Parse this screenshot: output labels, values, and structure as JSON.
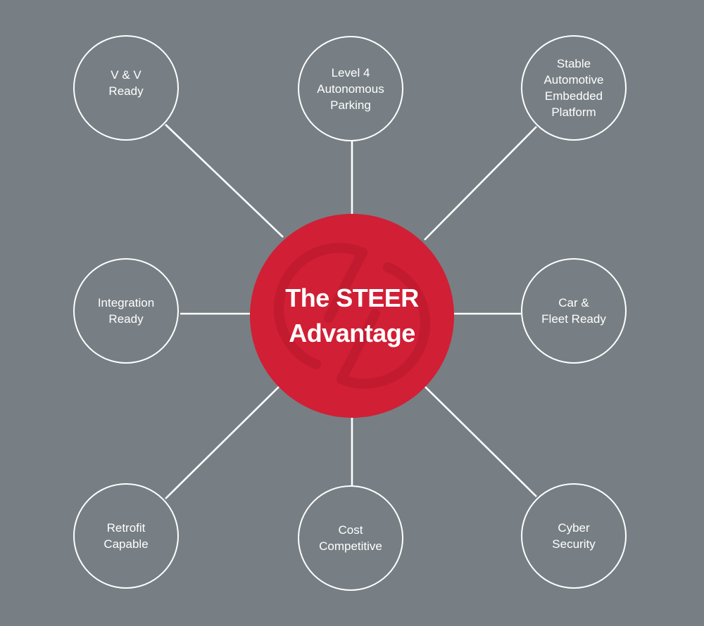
{
  "center": {
    "title": "The STEER\nAdvantage",
    "fill_color": "#d11f35"
  },
  "background_color": "#777f84",
  "line_color": "#ffffff",
  "nodes": [
    {
      "label": "V & V\nReady"
    },
    {
      "label": "Level 4\nAutonomous\nParking"
    },
    {
      "label": "Stable\nAutomotive\nEmbedded\nPlatform"
    },
    {
      "label": "Integration\nReady"
    },
    {
      "label": "Car &\nFleet Ready"
    },
    {
      "label": "Retrofit\nCapable"
    },
    {
      "label": "Cost\nCompetitive"
    },
    {
      "label": "Cyber\nSecurity"
    }
  ]
}
